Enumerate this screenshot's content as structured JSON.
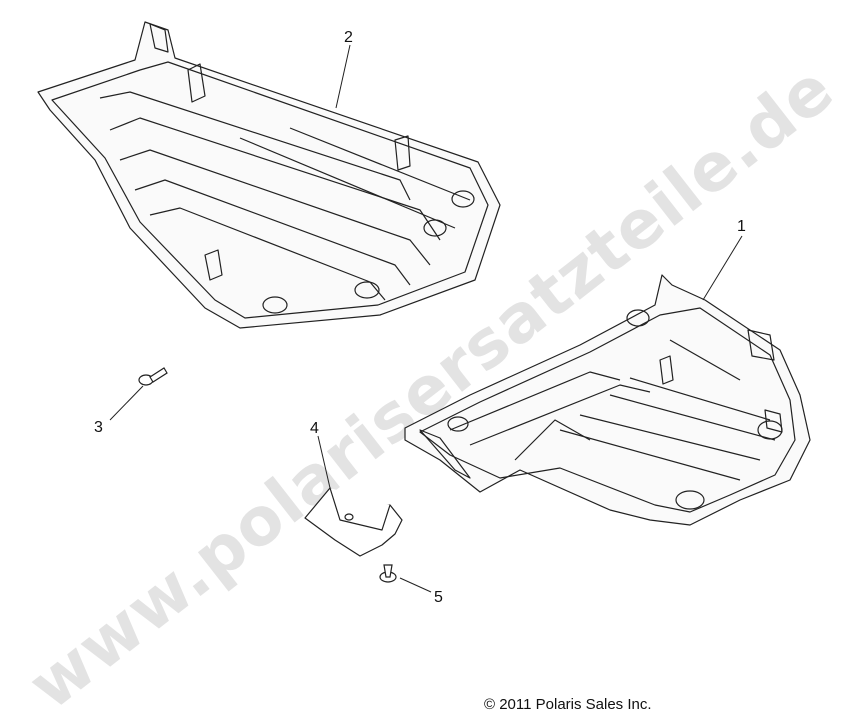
{
  "watermark": "www.polarisersatzteile.de",
  "copyright": "© 2011 Polaris Sales Inc.",
  "callouts": [
    "1",
    "2",
    "3",
    "4",
    "5"
  ],
  "colors": {
    "line": "#222222",
    "watermark": "#e3e3e3",
    "shade": "#f2f2f2"
  }
}
